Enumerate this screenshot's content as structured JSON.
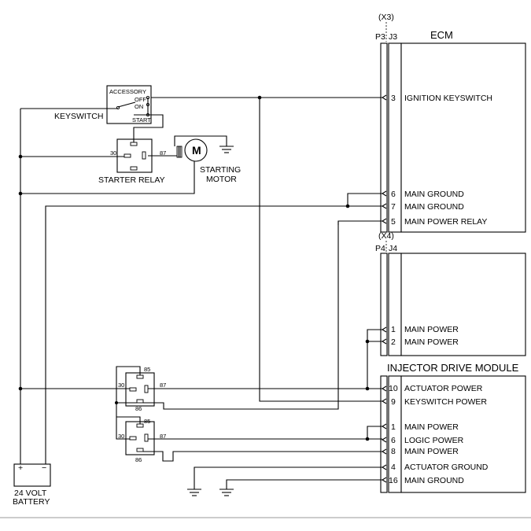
{
  "ecm": {
    "title": "ECM",
    "x3": "(X3)",
    "p3": "P3",
    "j3": "J3",
    "pins": [
      {
        "num": "3",
        "label": "IGNITION KEYSWITCH"
      },
      {
        "num": "6",
        "label": "MAIN GROUND"
      },
      {
        "num": "7",
        "label": "MAIN GROUND"
      },
      {
        "num": "5",
        "label": "MAIN POWER RELAY"
      }
    ],
    "x4": "(X4)",
    "p4": "P4",
    "j4": "J4",
    "pins_j4": [
      {
        "num": "1",
        "label": "MAIN POWER"
      },
      {
        "num": "2",
        "label": "MAIN POWER"
      }
    ]
  },
  "idm": {
    "title": "INJECTOR DRIVE MODULE",
    "pins": [
      {
        "num": "10",
        "label": "ACTUATOR POWER"
      },
      {
        "num": "9",
        "label": "KEYSWITCH POWER"
      },
      {
        "num": "1",
        "label": "MAIN POWER"
      },
      {
        "num": "6",
        "label": "LOGIC POWER"
      },
      {
        "num": "8",
        "label": "MAIN POWER"
      },
      {
        "num": "4",
        "label": "ACTUATOR GROUND"
      },
      {
        "num": "16",
        "label": "MAIN GROUND"
      }
    ]
  },
  "keyswitch": {
    "label": "KEYSWITCH",
    "accessory": "ACCESSORY",
    "off": "OFF",
    "on": "ON",
    "start": "START"
  },
  "starter_relay": {
    "label": "STARTER RELAY",
    "t30": "30",
    "t87": "87"
  },
  "starting_motor": {
    "line1": "STARTING",
    "line2": "MOTOR",
    "symbol": "M"
  },
  "relay_top": {
    "t85": "85",
    "t30": "30",
    "t87": "87",
    "t86": "86"
  },
  "relay_bottom": {
    "t85": "85",
    "t30": "30",
    "t87": "87",
    "t86": "86"
  },
  "battery": {
    "line1": "24 VOLT",
    "line2": "BATTERY",
    "plus": "+",
    "minus": "−"
  }
}
